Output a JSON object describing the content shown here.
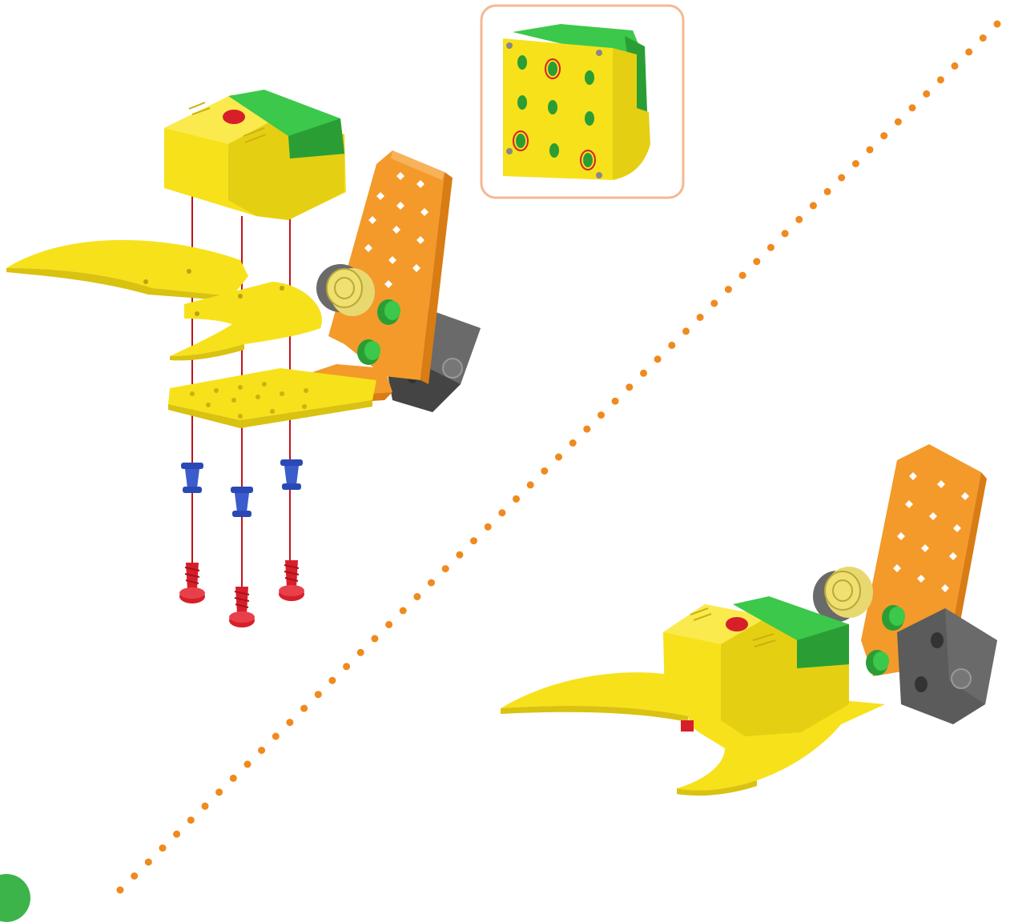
{
  "figure": {
    "kind": "assembly-instructions",
    "colors": {
      "background": "#ffffff",
      "yellow_part": "#f7e11b",
      "yellow_shade": "#d9c210",
      "green_cap": "#3cc84a",
      "green_shade": "#2a9e35",
      "orange_plate": "#f39a2b",
      "orange_shade": "#d97c14",
      "grey_block": "#5b5b5b",
      "grey_shade": "#3f3f3f",
      "red_screw": "#d71f2a",
      "blue_spacer": "#2a49b5",
      "guide_line": "#c0141c",
      "dotted_divider": "#f08a1e",
      "inset_border": "#f4b894",
      "step_badge": "#3db44a"
    },
    "panels": {
      "exploded": {
        "name": "exploded-view"
      },
      "detail_inset": {
        "name": "detail-inset"
      },
      "assembled": {
        "name": "assembled-view"
      }
    },
    "divider": {
      "style": "dotted",
      "name": "dotted-divider"
    },
    "parts": [
      "motor-housing",
      "claw-left",
      "claw-right",
      "base-plate",
      "orange-bracket",
      "sensor",
      "grey-block",
      "blue-spacer",
      "red-screw"
    ]
  }
}
